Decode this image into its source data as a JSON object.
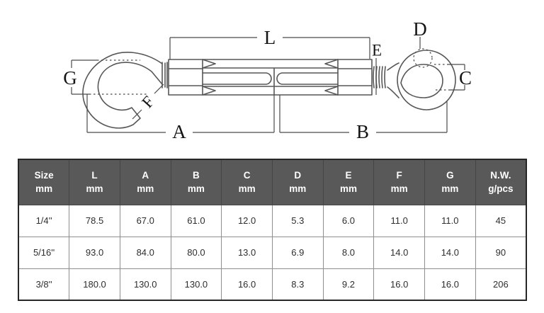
{
  "colors": {
    "header_bg": "#595959",
    "header_text": "#ffffff",
    "drawing_line": "#575757",
    "cell_text": "#2e2e2e"
  },
  "diagram": {
    "labels": {
      "l": "L",
      "d": "D",
      "e": "E",
      "g": "G",
      "c": "C",
      "f": "F",
      "a": "A",
      "b": "B"
    }
  },
  "table": {
    "columns": [
      {
        "name": "Size",
        "unit": "mm"
      },
      {
        "name": "L",
        "unit": "mm"
      },
      {
        "name": "A",
        "unit": "mm"
      },
      {
        "name": "B",
        "unit": "mm"
      },
      {
        "name": "C",
        "unit": "mm"
      },
      {
        "name": "D",
        "unit": "mm"
      },
      {
        "name": "E",
        "unit": "mm"
      },
      {
        "name": "F",
        "unit": "mm"
      },
      {
        "name": "G",
        "unit": "mm"
      },
      {
        "name": "N.W.",
        "unit": "g/pcs"
      }
    ],
    "rows": [
      [
        "1/4''",
        "78.5",
        "67.0",
        "61.0",
        "12.0",
        "5.3",
        "6.0",
        "11.0",
        "11.0",
        "45"
      ],
      [
        "5/16''",
        "93.0",
        "84.0",
        "80.0",
        "13.0",
        "6.9",
        "8.0",
        "14.0",
        "14.0",
        "90"
      ],
      [
        "3/8''",
        "180.0",
        "130.0",
        "130.0",
        "16.0",
        "8.3",
        "9.2",
        "16.0",
        "16.0",
        "206"
      ]
    ]
  }
}
